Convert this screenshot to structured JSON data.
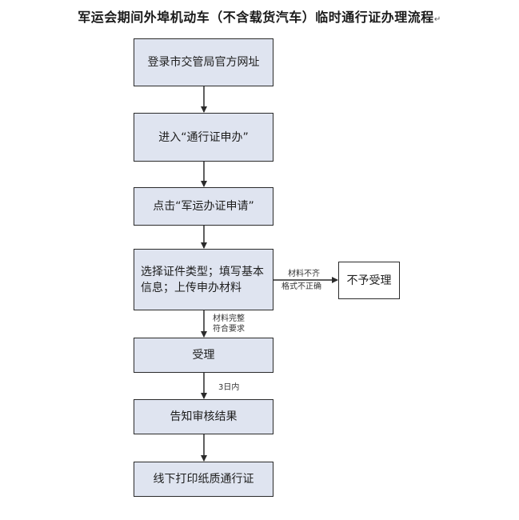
{
  "title": "军运会期间外埠机动车（不含载货汽车）临时通行证办理流程",
  "title_mark": "↵",
  "steps": [
    "登录市交管局官方网址",
    "进入“通行证申办”",
    "点击“军运办证申请”",
    "选择证件类型；填写基本信息；上传申办材料",
    "受理",
    "告知审核结果",
    "线下打印纸质通行证"
  ],
  "reject": {
    "box": "不予受理",
    "condition_line1": "材料不齐",
    "condition_line2": "格式不正确"
  },
  "accept": {
    "condition_line1": "材料完整",
    "condition_line2": "符合要求"
  },
  "timing": "3日内",
  "colors": {
    "box_fill": "#dfe4f0",
    "border": "#2b2b2b"
  }
}
